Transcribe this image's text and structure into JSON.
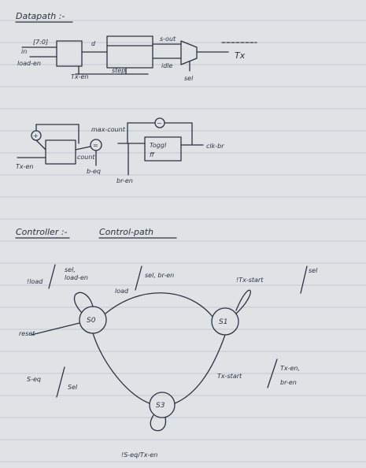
{
  "headings": {
    "datapath": "Datapath :-",
    "controller": "Controller :-",
    "control_path": "Control-path"
  },
  "datapath_top": {
    "in": "in",
    "bus": "[7:0]",
    "load_en": "load-en",
    "d": "d",
    "tx_en": "Tx-en",
    "step": "step",
    "s_out": "s-out",
    "idle": "idle",
    "tx": "Tx",
    "sel": "sel"
  },
  "datapath_bottom": {
    "max_count": "max-count",
    "tx_en": "Tx-en",
    "count": "count",
    "b_eq": "b-eq",
    "br_en": "br-en",
    "toggle": "Toggl",
    "ff": "ff",
    "clk_br": "clk-br",
    "plus": "+",
    "eq": "=",
    "tilde": "~"
  },
  "fsm": {
    "states": [
      "S0",
      "S1",
      "S3"
    ],
    "reset": "reset",
    "s0_loop": [
      "sel,",
      "load-en"
    ],
    "s0_loop_cond": "!load",
    "s0_to_s1_cond": "load",
    "s0_to_s1_out": "sel, br-en",
    "s1_loop_cond": "!Tx-start",
    "s1_loop_out": "sel",
    "s1_to_s3_cond": "Tx-start",
    "s1_to_s3_out": [
      "Tx-en,",
      "br-en"
    ],
    "s3_to_s0_cond": "S-eq",
    "s3_to_s0_out": "Sel",
    "s3_loop": "!S-eq/Tx-en"
  }
}
